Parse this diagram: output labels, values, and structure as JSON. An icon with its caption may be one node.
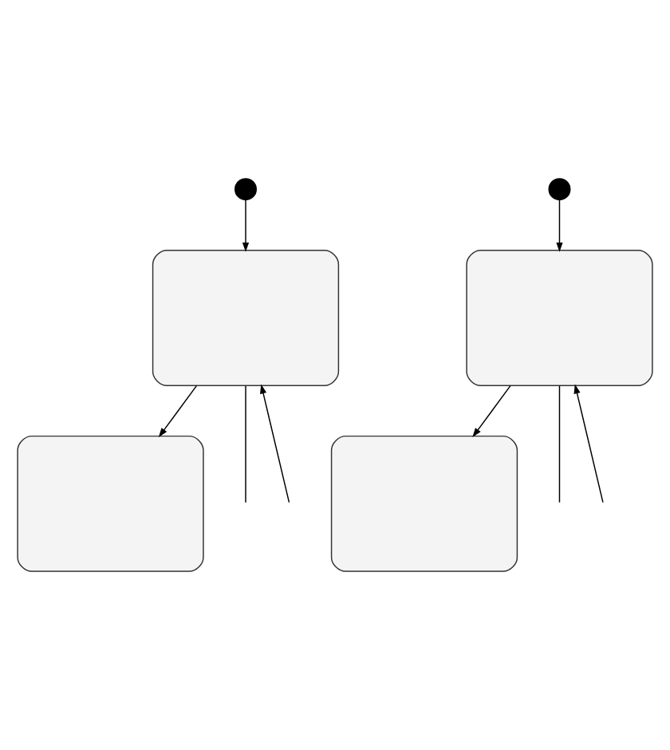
{
  "diagram": {
    "nodes": [
      {
        "text": [],
        "shape": "circle"
      },
      {
        "text": [],
        "shape": "box"
      },
      {
        "text": [],
        "shape": "box"
      },
      {
        "text": [],
        "shape": "circle"
      },
      {
        "text": [],
        "shape": "box"
      },
      {
        "text": [],
        "shape": "box"
      }
    ],
    "edges": [
      {
        "from": 0,
        "to": 1,
        "arrow": "to"
      },
      {
        "from": 1,
        "to": 2,
        "arrow": "to"
      },
      {
        "from": 1,
        "to": null,
        "arrow": "none"
      },
      {
        "from": null,
        "to": 1,
        "arrow": "to"
      },
      {
        "from": 3,
        "to": 4,
        "arrow": "to"
      },
      {
        "from": 4,
        "to": 5,
        "arrow": "to"
      },
      {
        "from": 4,
        "to": null,
        "arrow": "none"
      },
      {
        "from": null,
        "to": 4,
        "arrow": "to"
      }
    ]
  }
}
